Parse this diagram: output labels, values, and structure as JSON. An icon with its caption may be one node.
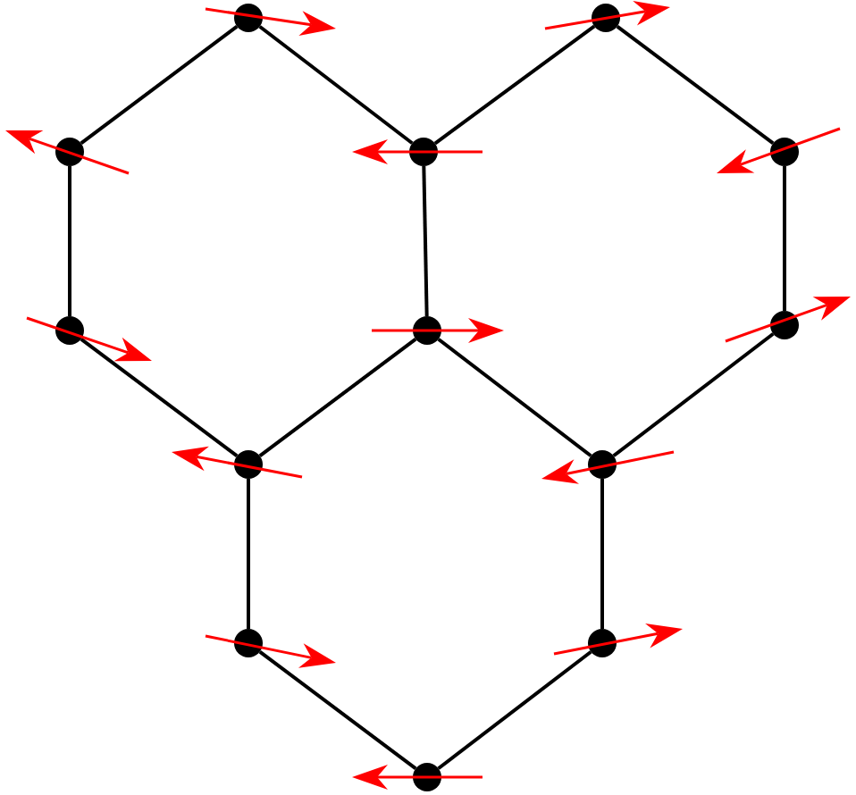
{
  "diagram": {
    "nodes": [
      {
        "text": [],
        "shape": "circle"
      },
      {
        "text": [],
        "shape": "circle"
      },
      {
        "text": [],
        "shape": "circle"
      },
      {
        "text": [],
        "shape": "circle"
      },
      {
        "text": [],
        "shape": "circle"
      },
      {
        "text": [],
        "shape": "circle"
      },
      {
        "text": [],
        "shape": "circle"
      },
      {
        "text": [],
        "shape": "circle"
      },
      {
        "text": [],
        "shape": "circle"
      },
      {
        "text": [],
        "shape": "circle"
      },
      {
        "text": [],
        "shape": "circle"
      },
      {
        "text": [],
        "shape": "circle"
      },
      {
        "text": [],
        "shape": "circle"
      }
    ],
    "edges": [
      {
        "from": 0,
        "to": 2,
        "arrow": "none"
      },
      {
        "from": 0,
        "to": 3,
        "arrow": "none"
      },
      {
        "from": 1,
        "to": 3,
        "arrow": "none"
      },
      {
        "from": 1,
        "to": 4,
        "arrow": "none"
      },
      {
        "from": 2,
        "to": 5,
        "arrow": "none"
      },
      {
        "from": 3,
        "to": 6,
        "arrow": "none"
      },
      {
        "from": 4,
        "to": 7,
        "arrow": "none"
      },
      {
        "from": 5,
        "to": 8,
        "arrow": "none"
      },
      {
        "from": 6,
        "to": 8,
        "arrow": "none"
      },
      {
        "from": 6,
        "to": 9,
        "arrow": "none"
      },
      {
        "from": 7,
        "to": 9,
        "arrow": "none"
      },
      {
        "from": 8,
        "to": 10,
        "arrow": "none"
      },
      {
        "from": 9,
        "to": 11,
        "arrow": "none"
      },
      {
        "from": 10,
        "to": 12,
        "arrow": "none"
      },
      {
        "from": 11,
        "to": 12,
        "arrow": "none"
      }
    ]
  }
}
